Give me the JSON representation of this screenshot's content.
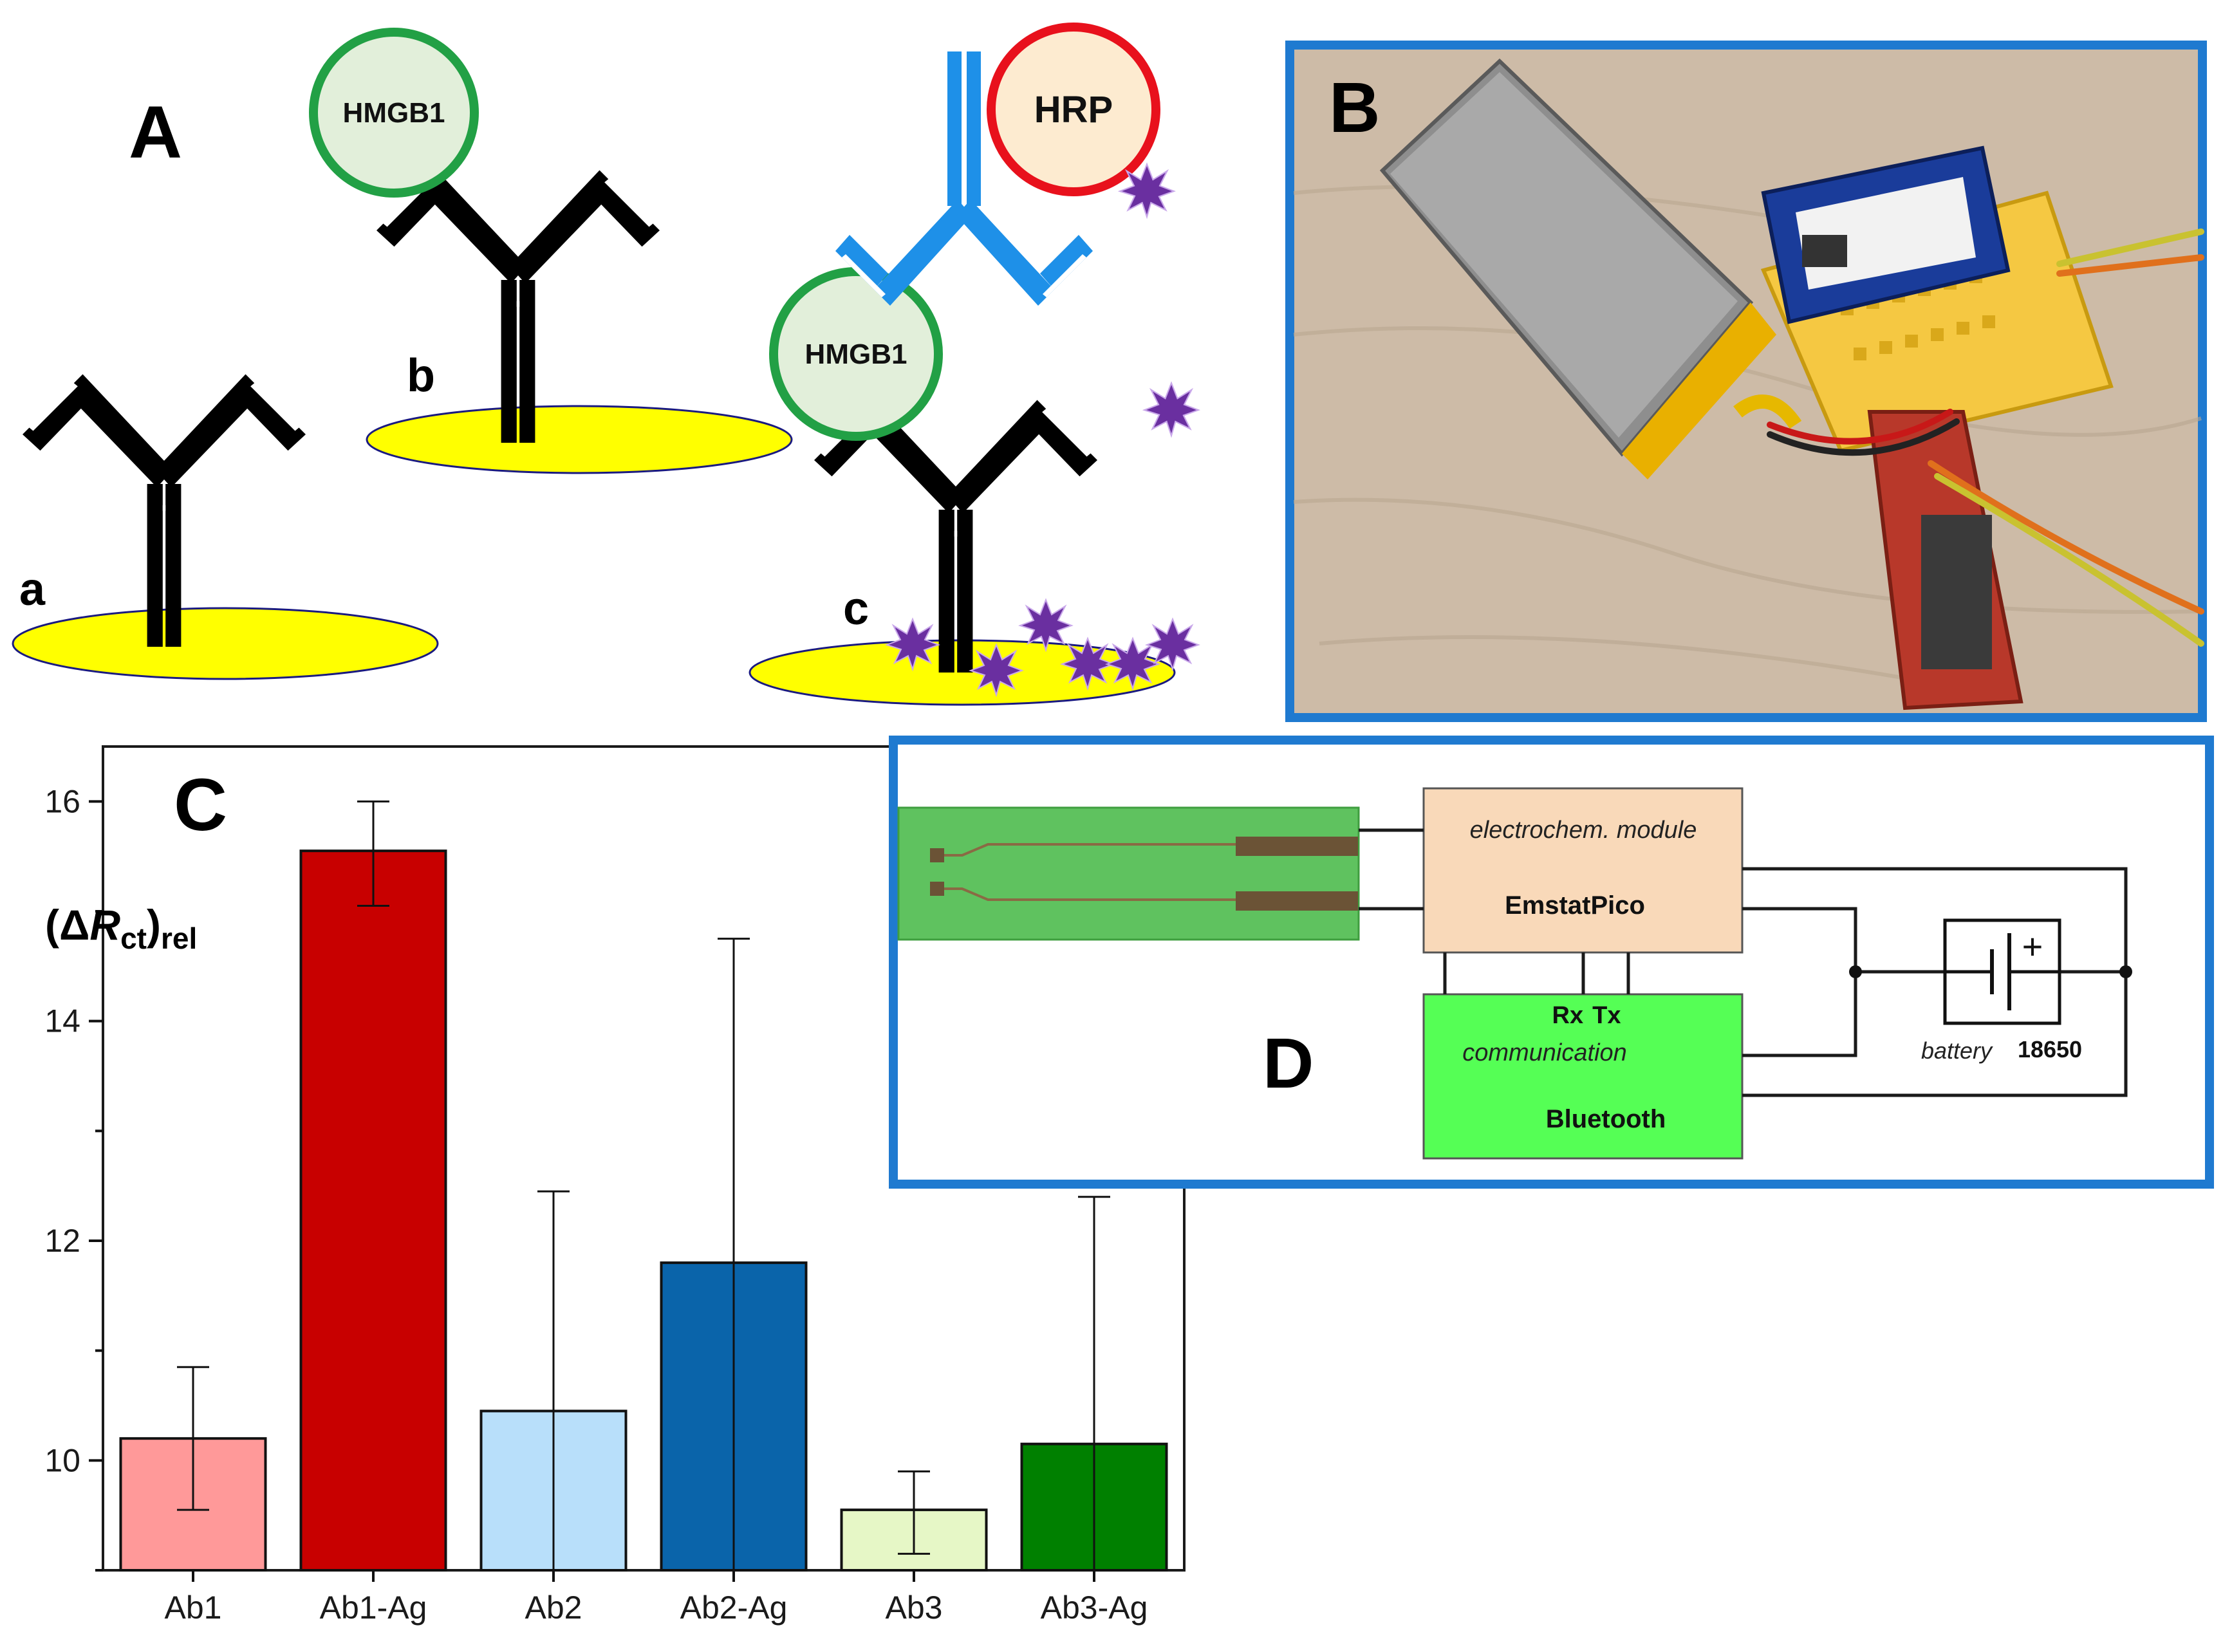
{
  "panels": {
    "a": {
      "letter": "A",
      "sub": [
        "a",
        "b",
        "c"
      ],
      "antigen_label": "HMGB1",
      "enzyme_label": "HRP"
    },
    "b": {
      "letter": "B"
    },
    "c": {
      "letter": "C"
    },
    "d": {
      "letter": "D",
      "module_title": "electrochem. module",
      "module_name": "EmstatPico",
      "rx": "Rx",
      "tx": "Tx",
      "comm_label": "communication",
      "comm_name": "Bluetooth",
      "battery_label": "battery",
      "battery_type": "18650",
      "battery_sign": "+"
    }
  },
  "colors": {
    "antibody": "#000000",
    "electrode_fill": "#ffff00",
    "hmgb1_fill": "#e2efda",
    "hmgb1_ring": "#22a045",
    "hrp_fill": "#fdebd0",
    "hrp_ring": "#e8111c",
    "secondary_antibody": "#1e90e8",
    "product_particles": "#6a2fa0",
    "panel_frame": "#1f7ad0",
    "module_fill": "#f9d9b9",
    "bluetooth_fill": "#55ff55",
    "sensor_strip": "#5fc25f"
  },
  "chart_data": {
    "type": "bar",
    "ylabel": "(ΔRct)rel",
    "ylabel_parts": {
      "open": "(Δ",
      "main": "R",
      "sub": "ct",
      "close": ")",
      "sub2": "rel"
    },
    "ylim": [
      9,
      16.5
    ],
    "yticks": [
      "10",
      "12",
      "14",
      "16"
    ],
    "categories": [
      "Ab1",
      "Ab1-Ag",
      "Ab2",
      "Ab2-Ag",
      "Ab3",
      "Ab3-Ag"
    ],
    "values": [
      10.2,
      15.55,
      10.45,
      11.8,
      9.55,
      10.15
    ],
    "error_high": [
      10.85,
      16.0,
      12.45,
      14.75,
      9.9,
      12.4
    ],
    "error_low": [
      9.55,
      15.05,
      9.0,
      9.0,
      9.15,
      9.0
    ],
    "bar_colors": [
      "#ff9999",
      "#c80000",
      "#b8dffa",
      "#0a64aa",
      "#e6f7c6",
      "#008000"
    ]
  }
}
